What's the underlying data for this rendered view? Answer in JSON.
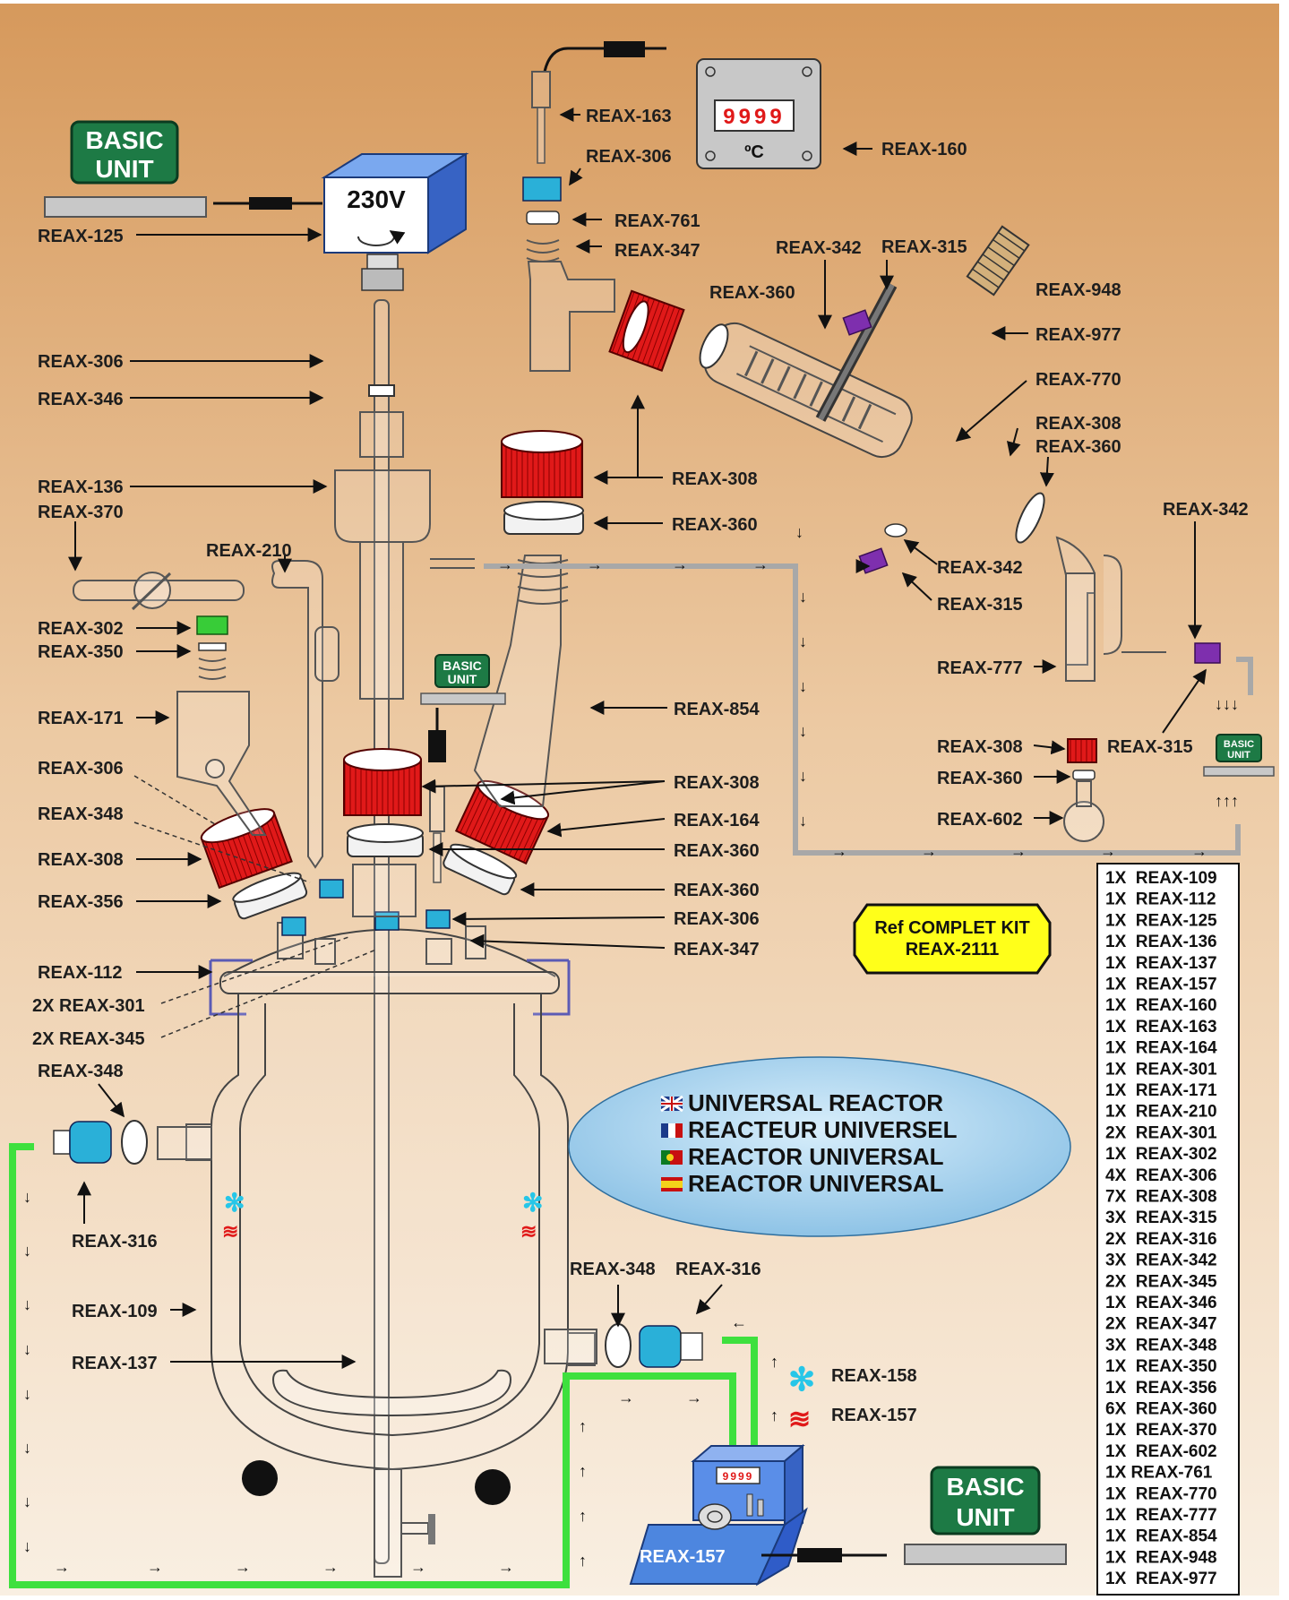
{
  "basic_unit": {
    "line1": "BASIC",
    "line2": "UNIT"
  },
  "motor": {
    "voltage": "230V"
  },
  "thermometer": {
    "display": "9999",
    "unit": "ºC"
  },
  "heater_display": "9999",
  "heater_label": "REAX-157",
  "kit": {
    "line1": "Ref COMPLET KIT",
    "line2": "REAX-2111"
  },
  "titles": [
    {
      "flag": "uk",
      "text": "UNIVERSAL REACTOR"
    },
    {
      "flag": "fr",
      "text": "REACTEUR UNIVERSEL"
    },
    {
      "flag": "pt",
      "text": "REACTOR UNIVERSAL"
    },
    {
      "flag": "es",
      "text": "REACTOR UNIVERSAL"
    }
  ],
  "labels": {
    "reax125": "REAX-125",
    "reax306_a": "REAX-306",
    "reax346": "REAX-346",
    "reax136": "REAX-136",
    "reax370": "REAX-370",
    "reax210": "REAX-210",
    "reax302": "REAX-302",
    "reax350": "REAX-350",
    "reax171": "REAX-171",
    "reax306_b": "REAX-306",
    "reax348_a": "REAX-348",
    "reax308_a": "REAX-308",
    "reax356": "REAX-356",
    "reax112": "REAX-112",
    "reax301": "2X  REAX-301",
    "reax345": "2X  REAX-345",
    "reax348_b": "REAX-348",
    "reax316_a": "REAX-316",
    "reax109": "REAX-109",
    "reax137": "REAX-137",
    "reax163": "REAX-163",
    "reax306_c": "REAX-306",
    "reax761": "REAX-761",
    "reax347_a": "REAX-347",
    "reax160": "REAX-160",
    "reax342_a": "REAX-342",
    "reax315_a": "REAX-315",
    "reax360_a": "REAX-360",
    "reax948": "REAX-948",
    "reax977": "REAX-977",
    "reax770": "REAX-770",
    "reax308_b": "REAX-308",
    "reax360_b": "REAX-360",
    "reax342_b": "REAX-342",
    "reax308_c": "REAX-308",
    "reax360_c": "REAX-360",
    "reax342_c": "REAX-342",
    "reax315_b": "REAX-315",
    "reax777": "REAX-777",
    "reax315_c": "REAX-315",
    "reax308_d": "REAX-308",
    "reax360_d": "REAX-360",
    "reax602": "REAX-602",
    "reax854": "REAX-854",
    "reax308_e": "REAX-308",
    "reax164": "REAX-164",
    "reax360_e": "REAX-360",
    "reax360_f": "REAX-360",
    "reax306_d": "REAX-306",
    "reax347_b": "REAX-347",
    "reax348_c": "REAX-348",
    "reax316_b": "REAX-316",
    "reax158": "REAX-158",
    "reax157": "REAX-157"
  },
  "parts_list": [
    "1X  REAX-109",
    "1X  REAX-112",
    "1X  REAX-125",
    "1X  REAX-136",
    "1X  REAX-137",
    "1X  REAX-157",
    "1X  REAX-160",
    "1X  REAX-163",
    "1X  REAX-164",
    "1X  REAX-301",
    "1X  REAX-171",
    "1X  REAX-210",
    "2X  REAX-301",
    "1X  REAX-302",
    "4X  REAX-306",
    "7X  REAX-308",
    "3X  REAX-315",
    "2X  REAX-316",
    "3X  REAX-342",
    "2X  REAX-345",
    "1X  REAX-346",
    "2X  REAX-347",
    "3X  REAX-348",
    "1X  REAX-350",
    "1X  REAX-356",
    "6X  REAX-360",
    "1X  REAX-370",
    "1X  REAX-602",
    "1X REAX-761",
    "1X  REAX-770",
    "1X  REAX-777",
    "1X  REAX-854",
    "1X  REAX-948",
    "1X  REAX-977"
  ],
  "colors": {
    "bg_top": "#d9a168",
    "bg_bottom": "#f7ead9",
    "cap_red": "#e01919",
    "cap_blue": "#2ab0d8",
    "cap_purple": "#7e2fae",
    "cap_green": "#38cc38",
    "tube_green": "#3ee03e",
    "tube_gray": "#a8a8a8",
    "basic_green": "#1d7a45",
    "heater_blue": "#4d86df",
    "kit_yellow": "#ffff1a",
    "ellipse_blue": "#a9d3ee"
  }
}
